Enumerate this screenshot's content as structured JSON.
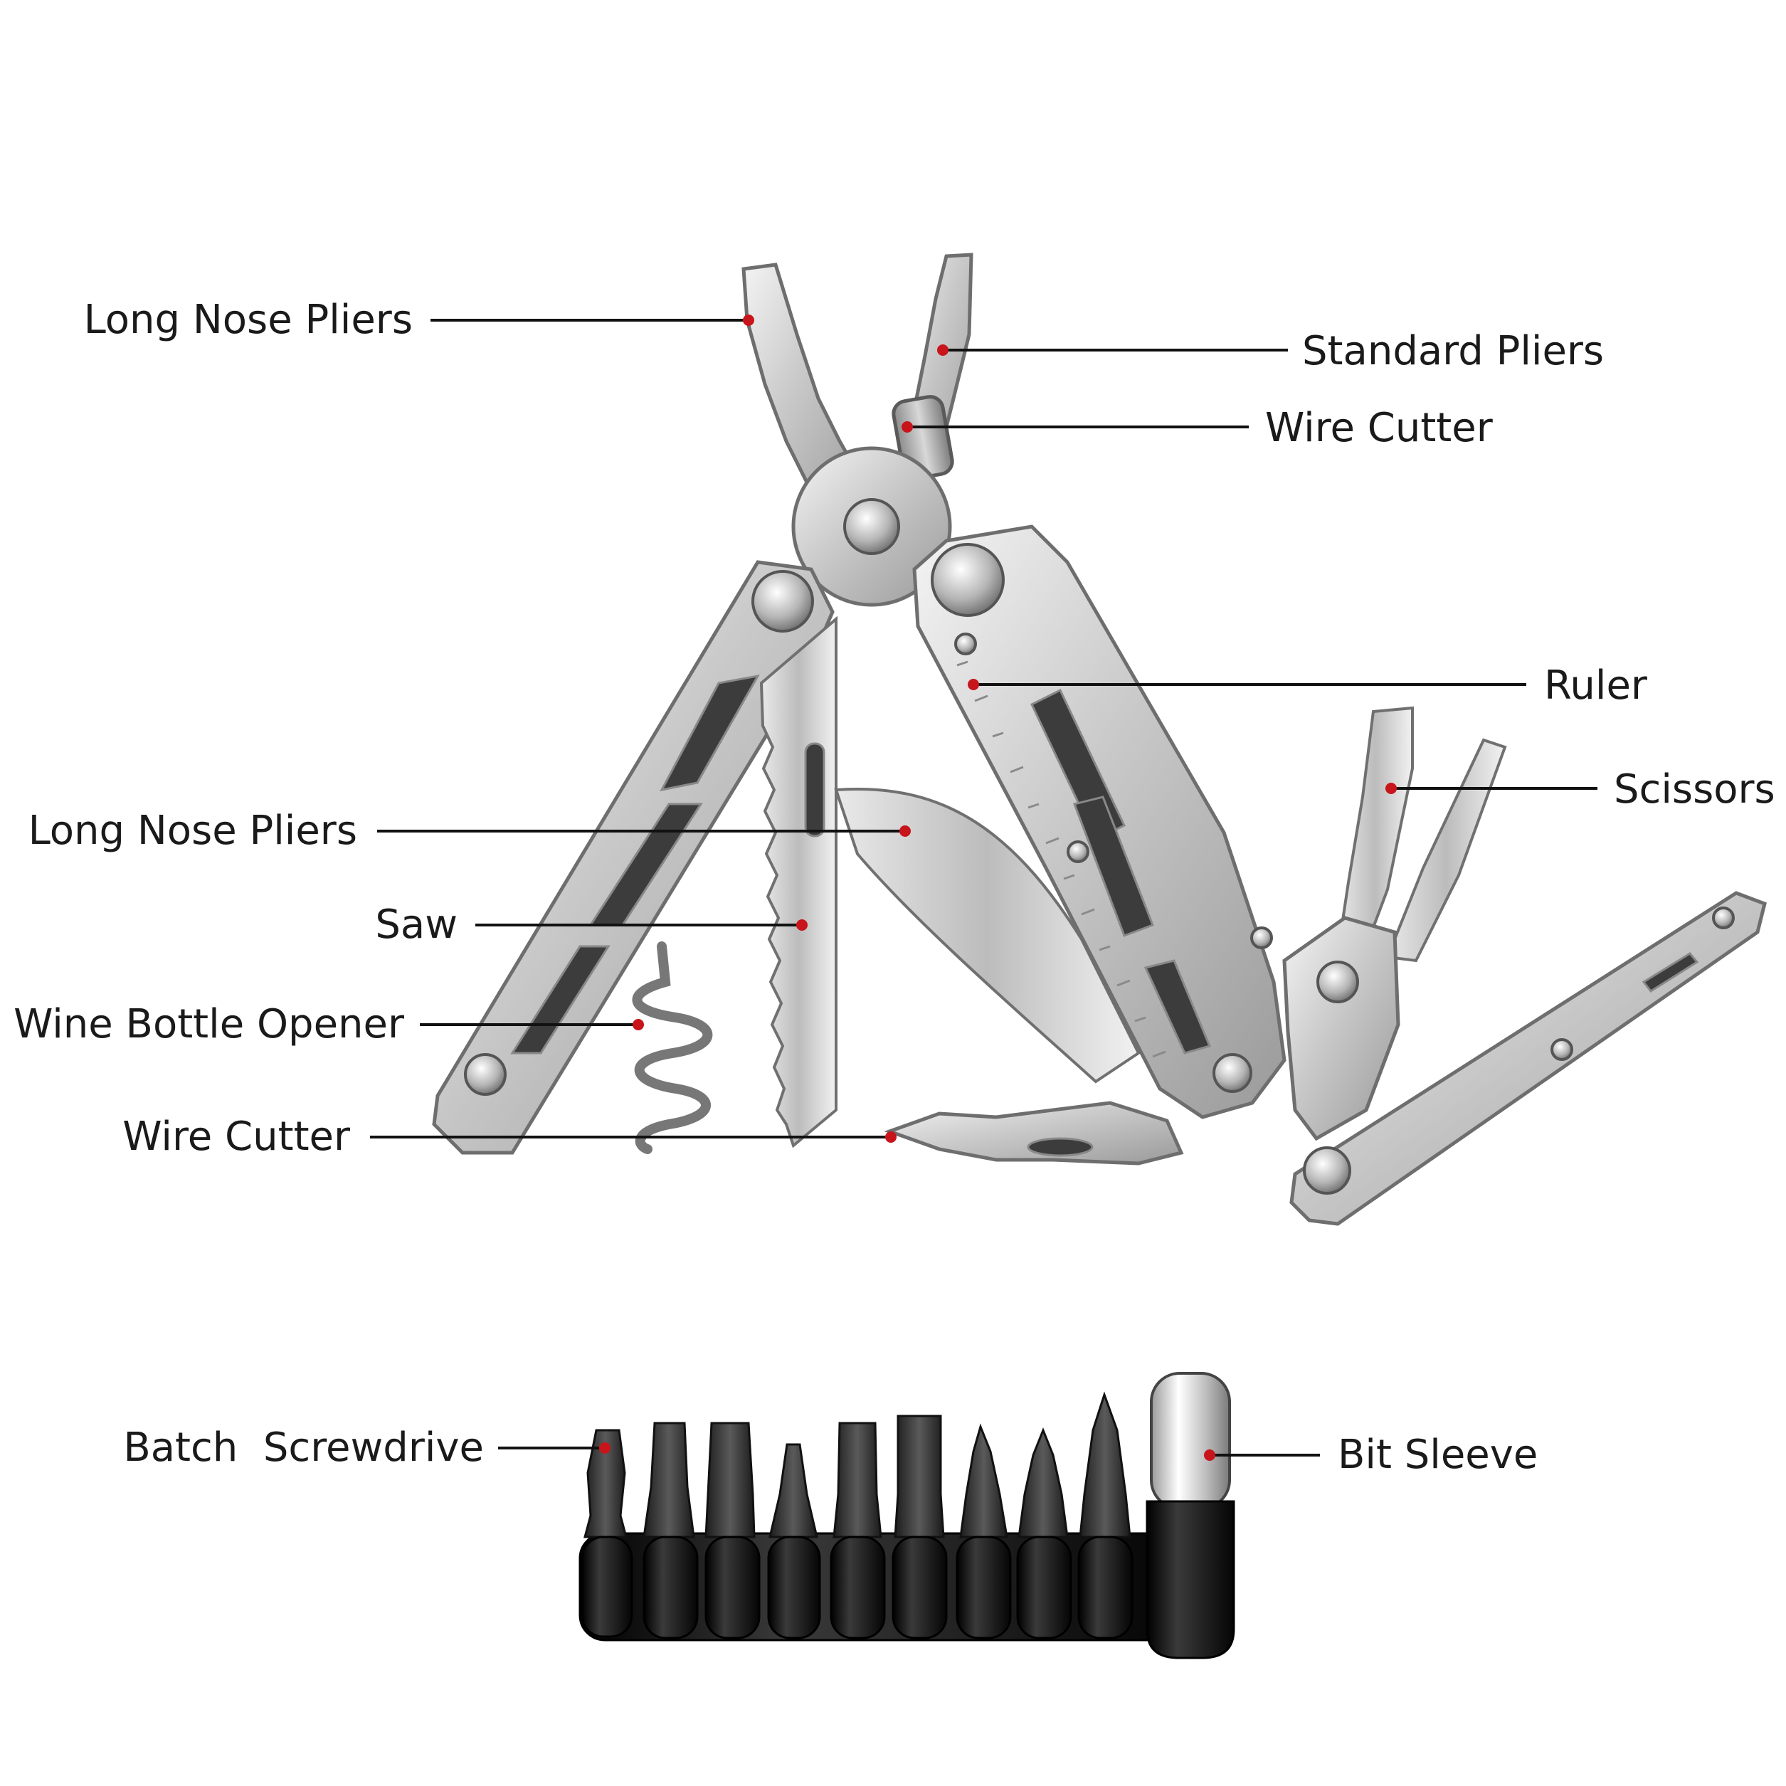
{
  "labels": {
    "long_nose_pliers_top": "Long Nose Pliers",
    "standard_pliers": "Standard Pliers",
    "wire_cutter_top": "Wire Cutter",
    "ruler": "Ruler",
    "scissors": "Scissors",
    "long_nose_pliers_mid": "Long Nose Pliers",
    "saw": "Saw",
    "wine_bottle_opener": "Wine Bottle Opener",
    "wire_cutter_bottom": "Wire Cutter",
    "batch_screwdrive": "Batch  Screwdrive",
    "bit_sleeve": "Bit Sleeve"
  },
  "colors": {
    "accent_dot": "#c8141b",
    "leader_line": "#111111",
    "label_text": "#1a1a1a"
  }
}
